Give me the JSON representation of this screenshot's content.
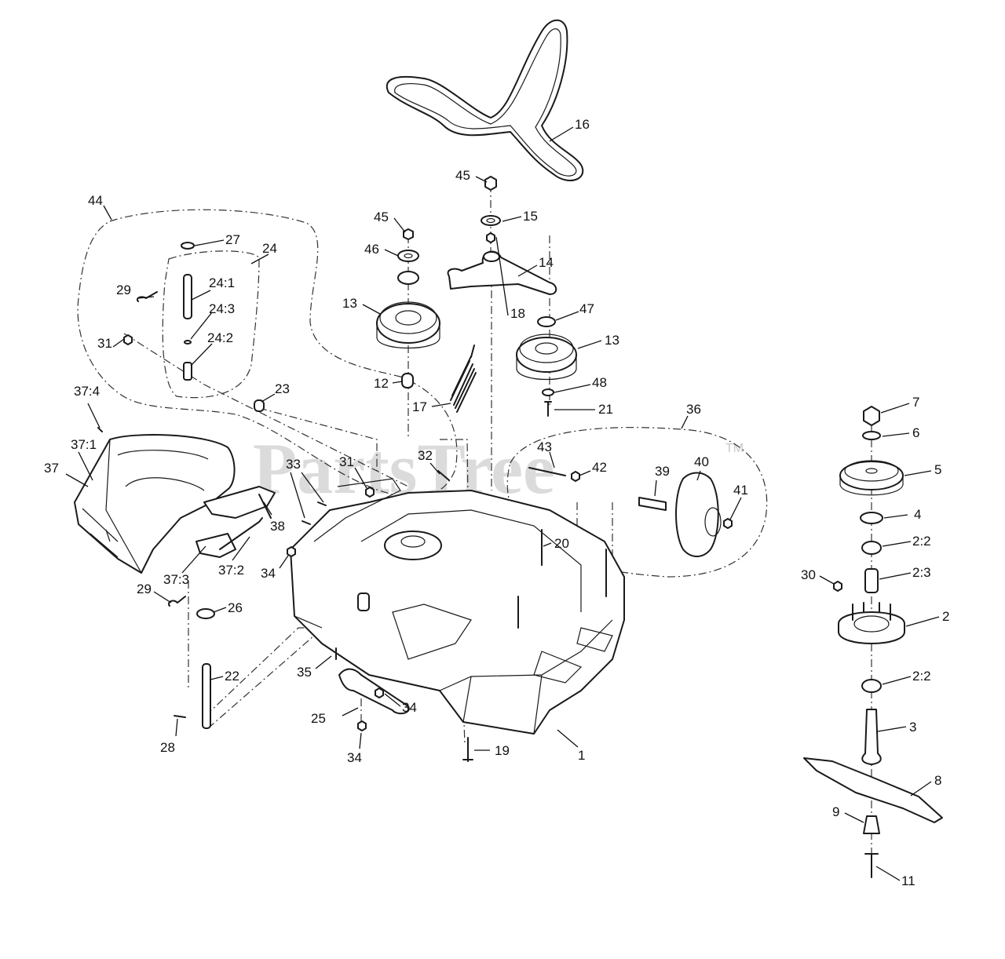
{
  "watermark": {
    "text": "PartsTree",
    "trademark": "TM"
  },
  "callouts": [
    {
      "id": "c16",
      "label": "16"
    },
    {
      "id": "c45a",
      "label": "45"
    },
    {
      "id": "c15",
      "label": "15"
    },
    {
      "id": "c45b",
      "label": "45"
    },
    {
      "id": "c46",
      "label": "46"
    },
    {
      "id": "c14",
      "label": "14"
    },
    {
      "id": "c13a",
      "label": "13"
    },
    {
      "id": "c18",
      "label": "18"
    },
    {
      "id": "c47",
      "label": "47"
    },
    {
      "id": "c13b",
      "label": "13"
    },
    {
      "id": "c12",
      "label": "12"
    },
    {
      "id": "c48",
      "label": "48"
    },
    {
      "id": "c17",
      "label": "17"
    },
    {
      "id": "c21",
      "label": "21"
    },
    {
      "id": "c44",
      "label": "44"
    },
    {
      "id": "c27",
      "label": "27"
    },
    {
      "id": "c24",
      "label": "24"
    },
    {
      "id": "c29a",
      "label": "29"
    },
    {
      "id": "c241",
      "label": "24:1"
    },
    {
      "id": "c243",
      "label": "24:3"
    },
    {
      "id": "c31a",
      "label": "31"
    },
    {
      "id": "c242",
      "label": "24:2"
    },
    {
      "id": "c23",
      "label": "23"
    },
    {
      "id": "c374",
      "label": "37:4"
    },
    {
      "id": "c371",
      "label": "37:1"
    },
    {
      "id": "c37",
      "label": "37"
    },
    {
      "id": "c33",
      "label": "33"
    },
    {
      "id": "c31b",
      "label": "31"
    },
    {
      "id": "c32",
      "label": "32"
    },
    {
      "id": "c38",
      "label": "38"
    },
    {
      "id": "c373",
      "label": "37:3"
    },
    {
      "id": "c372",
      "label": "37:2"
    },
    {
      "id": "c34a",
      "label": "34"
    },
    {
      "id": "c29b",
      "label": "29"
    },
    {
      "id": "c26",
      "label": "26"
    },
    {
      "id": "c22",
      "label": "22"
    },
    {
      "id": "c28",
      "label": "28"
    },
    {
      "id": "c35",
      "label": "35"
    },
    {
      "id": "c34b",
      "label": "34"
    },
    {
      "id": "c25",
      "label": "25"
    },
    {
      "id": "c34c",
      "label": "34"
    },
    {
      "id": "c19",
      "label": "19"
    },
    {
      "id": "c1",
      "label": "1"
    },
    {
      "id": "c20",
      "label": "20"
    },
    {
      "id": "c36",
      "label": "36"
    },
    {
      "id": "c43",
      "label": "43"
    },
    {
      "id": "c42",
      "label": "42"
    },
    {
      "id": "c39",
      "label": "39"
    },
    {
      "id": "c40",
      "label": "40"
    },
    {
      "id": "c41",
      "label": "41"
    },
    {
      "id": "c7",
      "label": "7"
    },
    {
      "id": "c6",
      "label": "6"
    },
    {
      "id": "c5",
      "label": "5"
    },
    {
      "id": "c4",
      "label": "4"
    },
    {
      "id": "c22b",
      "label": "2:2"
    },
    {
      "id": "c23b",
      "label": "2:3"
    },
    {
      "id": "c30",
      "label": "30"
    },
    {
      "id": "c2",
      "label": "2"
    },
    {
      "id": "c22c",
      "label": "2:2"
    },
    {
      "id": "c3",
      "label": "3"
    },
    {
      "id": "c8",
      "label": "8"
    },
    {
      "id": "c9",
      "label": "9"
    },
    {
      "id": "c11",
      "label": "11"
    }
  ]
}
